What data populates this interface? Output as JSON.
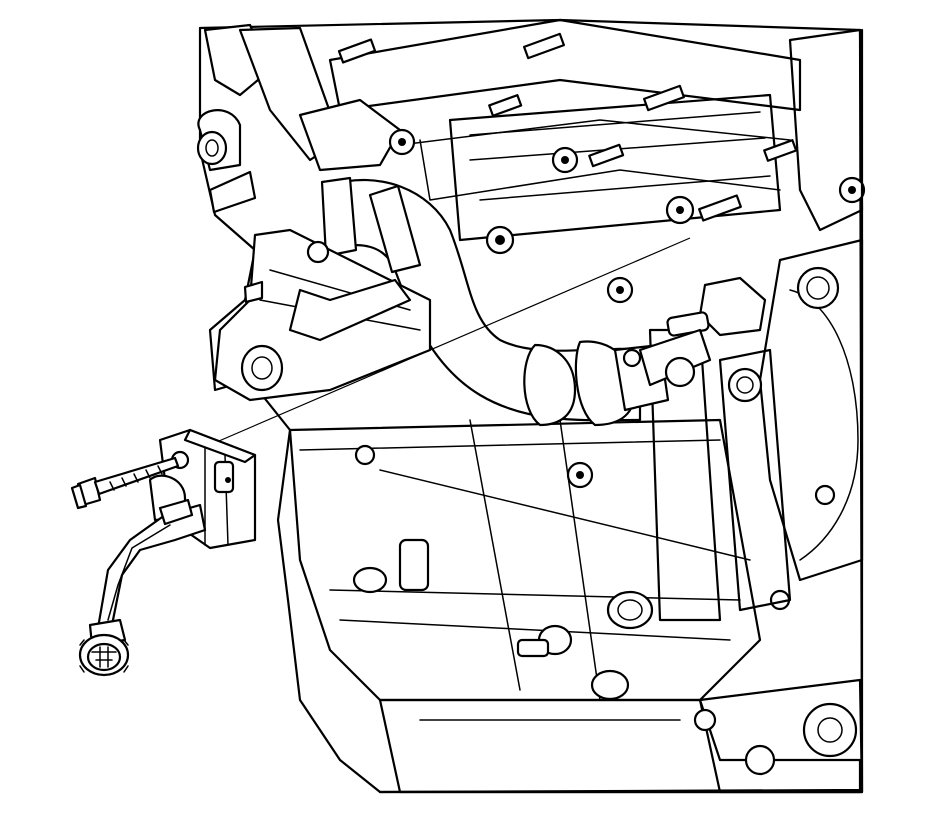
{
  "diagram": {
    "type": "technical-line-illustration",
    "colors": {
      "line": "#000000",
      "background": "#ffffff"
    },
    "components": [
      "engine-block",
      "coolant-hose",
      "mounting-bracket",
      "sensor-bracket",
      "mounting-bolt",
      "sensor-harness",
      "electrical-connector",
      "leader-line"
    ]
  }
}
